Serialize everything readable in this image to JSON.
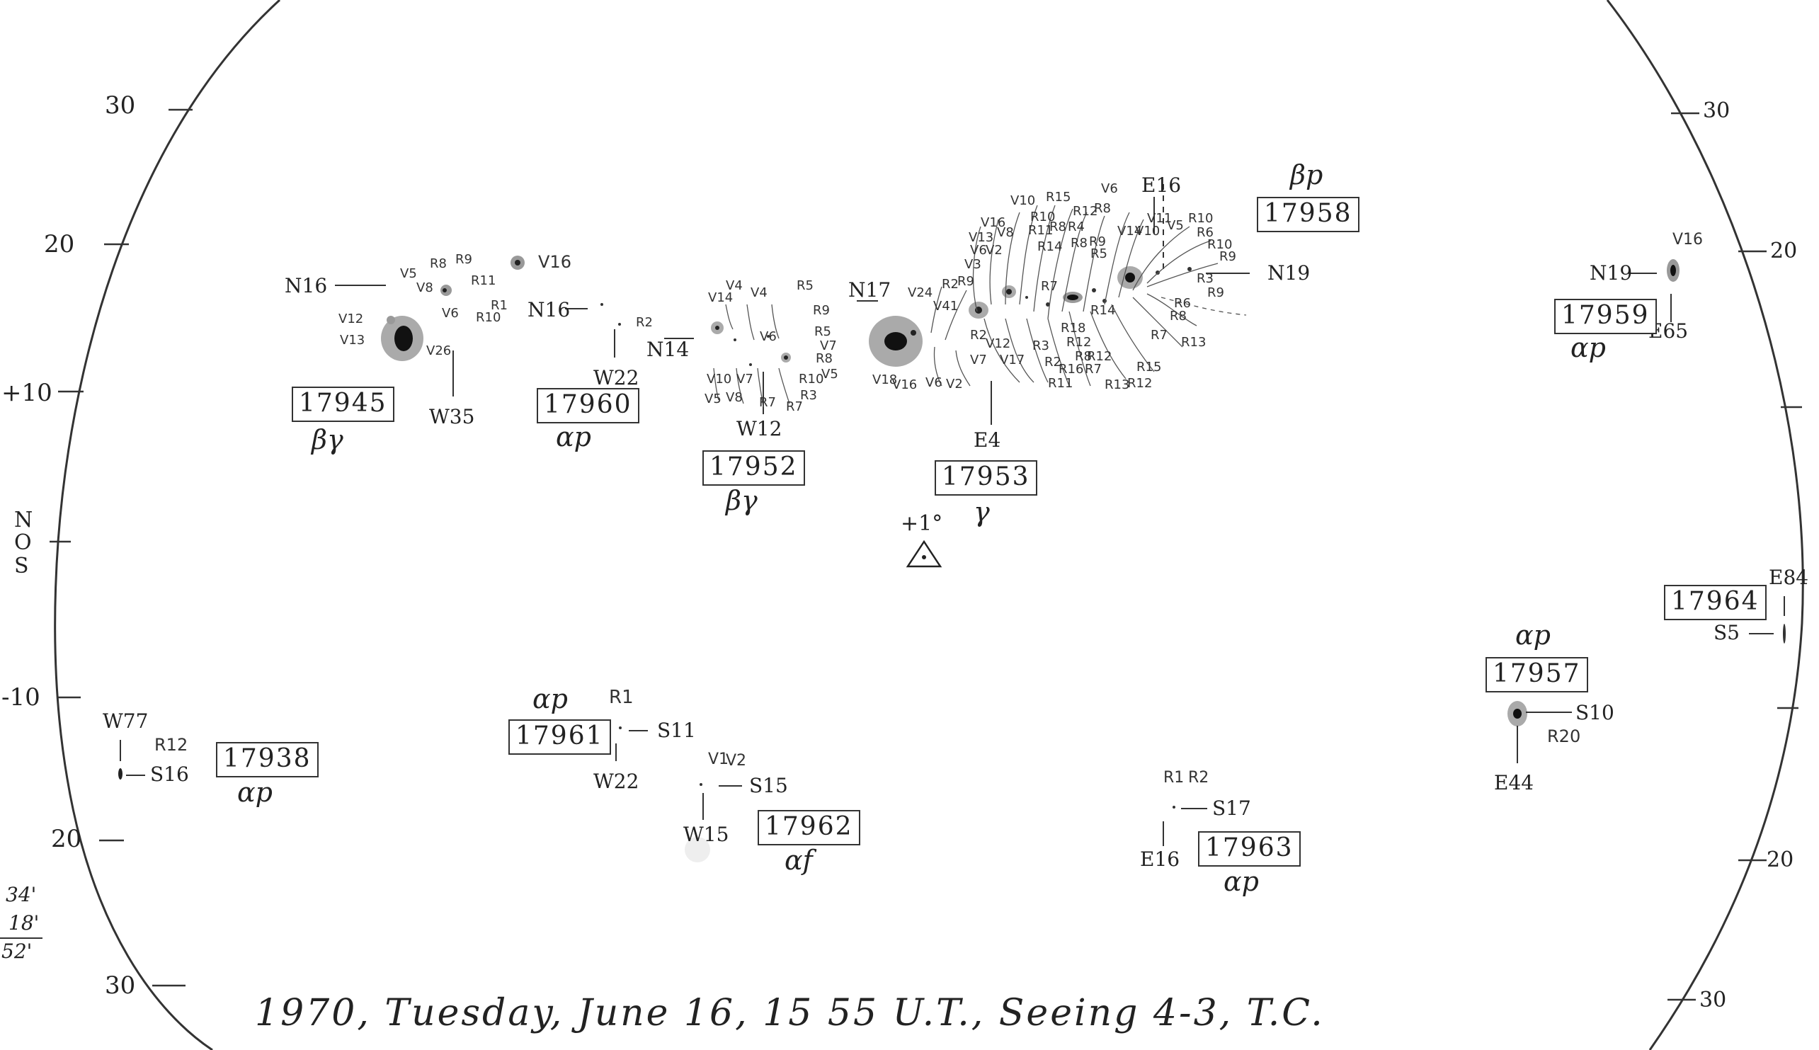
{
  "ticks_left": [
    "30",
    "20",
    "+10",
    "N",
    "O",
    "S",
    "-10",
    "20",
    "30"
  ],
  "ticks_right": [
    "30",
    "20",
    "20",
    "30"
  ],
  "margin_notes": [
    "34'",
    "18'",
    "52'"
  ],
  "regions": [
    {
      "number": "17945",
      "class": "βγ",
      "labels": [
        "N16",
        "W35"
      ]
    },
    {
      "number": "17960",
      "class": "αp",
      "labels": [
        "N16",
        "W22"
      ]
    },
    {
      "number": "17952",
      "class": "βγ",
      "labels": [
        "N14",
        "W12"
      ]
    },
    {
      "number": "17953",
      "class": "γ",
      "labels": [
        "N17",
        "E4"
      ]
    },
    {
      "number": "17958",
      "class": "βp",
      "labels": [
        "E16",
        "N19"
      ]
    },
    {
      "number": "17959",
      "class": "αp",
      "labels": [
        "N19",
        "E65"
      ]
    },
    {
      "number": "17964",
      "class": "",
      "labels": [
        "E84",
        "S5"
      ]
    },
    {
      "number": "17957",
      "class": "αp",
      "labels": [
        "S10",
        "R20",
        "E44"
      ]
    },
    {
      "number": "17938",
      "class": "αp",
      "labels": [
        "W77",
        "R12",
        "S16"
      ]
    },
    {
      "number": "17961",
      "class": "αp",
      "labels": [
        "R1",
        "S11",
        "W22"
      ]
    },
    {
      "number": "17962",
      "class": "αf",
      "labels": [
        "S15",
        "W15"
      ]
    },
    {
      "number": "17963",
      "class": "αp",
      "labels": [
        "S17",
        "E16"
      ]
    }
  ],
  "spot_labels": {
    "r17945": [
      "V5",
      "R8",
      "R9",
      "V8",
      "R11",
      "R1",
      "V12",
      "V6",
      "R10",
      "V13",
      "V26"
    ],
    "r17960": [
      "R2",
      "V16"
    ],
    "r17952": [
      "V14",
      "V4",
      "V4",
      "R5",
      "R9",
      "V6",
      "R5",
      "V7",
      "R8",
      "V10",
      "V7",
      "R10",
      "V5",
      "V5",
      "V8",
      "R7",
      "R3",
      "R7"
    ],
    "r17953": [
      "V24",
      "R2",
      "R9",
      "V41",
      "R2",
      "V12",
      "V18",
      "V16",
      "V6",
      "V2",
      "V7",
      "V17"
    ],
    "r17958": [
      "V10",
      "R15",
      "V6",
      "V16",
      "R10",
      "R12",
      "R8",
      "V13",
      "V8",
      "R11",
      "R8",
      "R4",
      "V11",
      "V5",
      "R10",
      "V6",
      "V2",
      "R14",
      "R8",
      "R9",
      "V14",
      "V10",
      "R6",
      "V3",
      "R5",
      "R10",
      "R9",
      "R7",
      "R3",
      "R9",
      "R6",
      "R18",
      "R12",
      "R3",
      "R2",
      "R14",
      "R8",
      "R12",
      "R7",
      "R13",
      "R8",
      "R11",
      "R16",
      "R7",
      "R13",
      "R12",
      "R15"
    ],
    "r17959": [
      "V16"
    ],
    "r17961": [],
    "r17962": [
      "V1",
      "V2"
    ],
    "r17963": [
      "R1",
      "R2"
    ]
  },
  "triangle_label": "+1°",
  "footer": "1970, Tuesday, June 16, 15 55 U.T., Seeing 4-3, T.C."
}
